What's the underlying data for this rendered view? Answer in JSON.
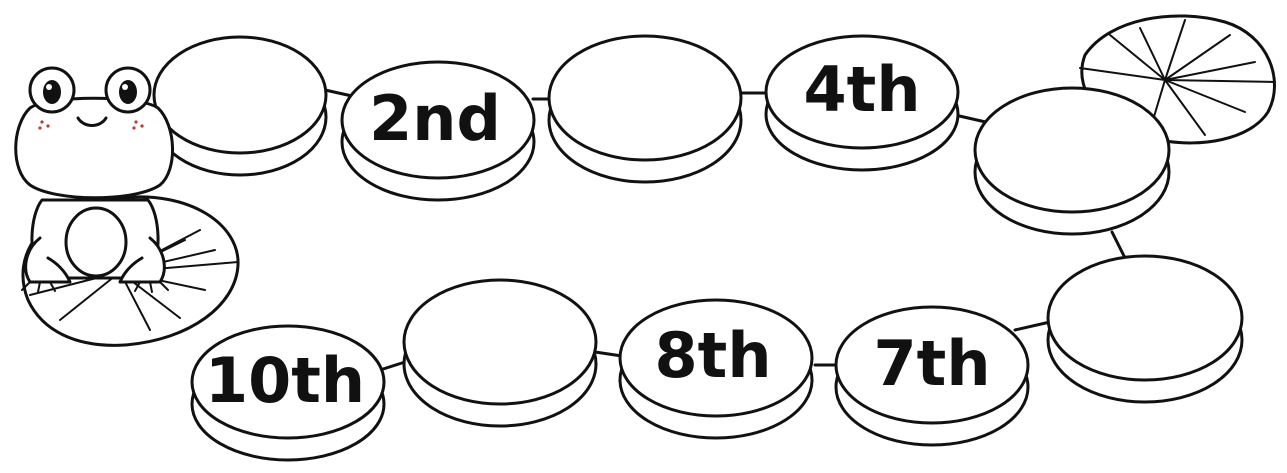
{
  "pads": [
    {
      "label": ""
    },
    {
      "label": "2nd"
    },
    {
      "label": ""
    },
    {
      "label": "4th"
    },
    {
      "label": ""
    },
    {
      "label": ""
    },
    {
      "label": "7th"
    },
    {
      "label": "8th"
    },
    {
      "label": ""
    },
    {
      "label": "10th"
    }
  ],
  "colors": {
    "ink": "#111111",
    "paper": "#ffffff",
    "blush": "#c0392b"
  },
  "decorations": [
    "frog-character",
    "lily-leaf-left",
    "lily-leaf-top-right"
  ]
}
